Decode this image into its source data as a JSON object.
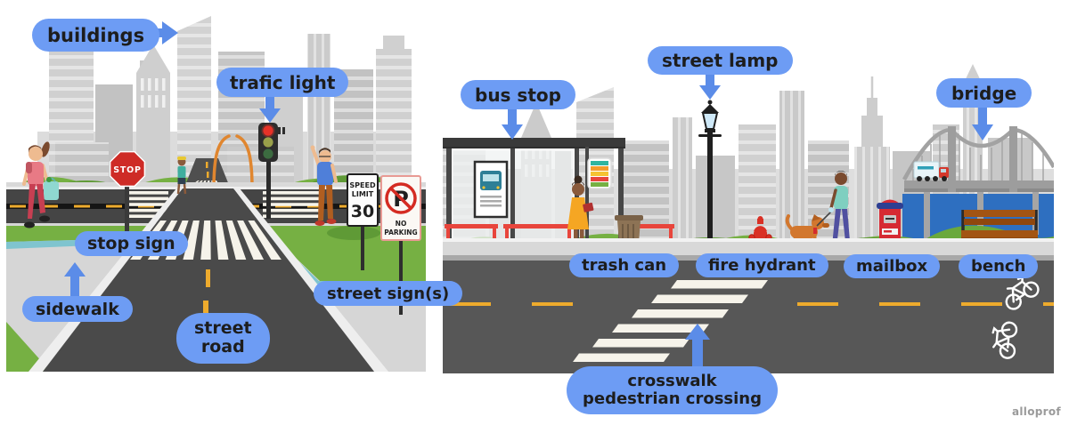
{
  "watermark": "alloprof",
  "colors": {
    "pill_blue": "#6d9cf4",
    "arrow_blue": "#5b8ce8",
    "label_text": "#1d1d1d",
    "grass_green": "#76b043",
    "road_gray": "#4d4d4d",
    "stop_sign_red": "#ce2b26",
    "hydrant_red": "#d93025",
    "water_blue": "#2e6fc0",
    "lane_yellow": "#eeab2d"
  },
  "left_scene": {
    "labels": {
      "buildings": "buildings",
      "traffic_light": "trafic light",
      "stop_sign": "stop sign",
      "sidewalk": "sidewalk",
      "street_road_line1": "street",
      "street_road_line2": "road",
      "street_signs": "street sign(s)"
    },
    "signs": {
      "stop": "STOP",
      "speed_limit_line1": "SPEED",
      "speed_limit_line2": "LIMIT",
      "speed_limit_value": "30",
      "no_parking_symbol": "P",
      "no_parking_line1": "NO",
      "no_parking_line2": "PARKING"
    }
  },
  "right_scene": {
    "labels": {
      "bus_stop": "bus stop",
      "street_lamp": "street lamp",
      "bridge": "bridge",
      "trash_can": "trash can",
      "fire_hydrant": "fire hydrant",
      "mailbox": "mailbox",
      "bench": "bench",
      "crosswalk_line1": "crosswalk",
      "crosswalk_line2": "pedestrian crossing"
    }
  }
}
